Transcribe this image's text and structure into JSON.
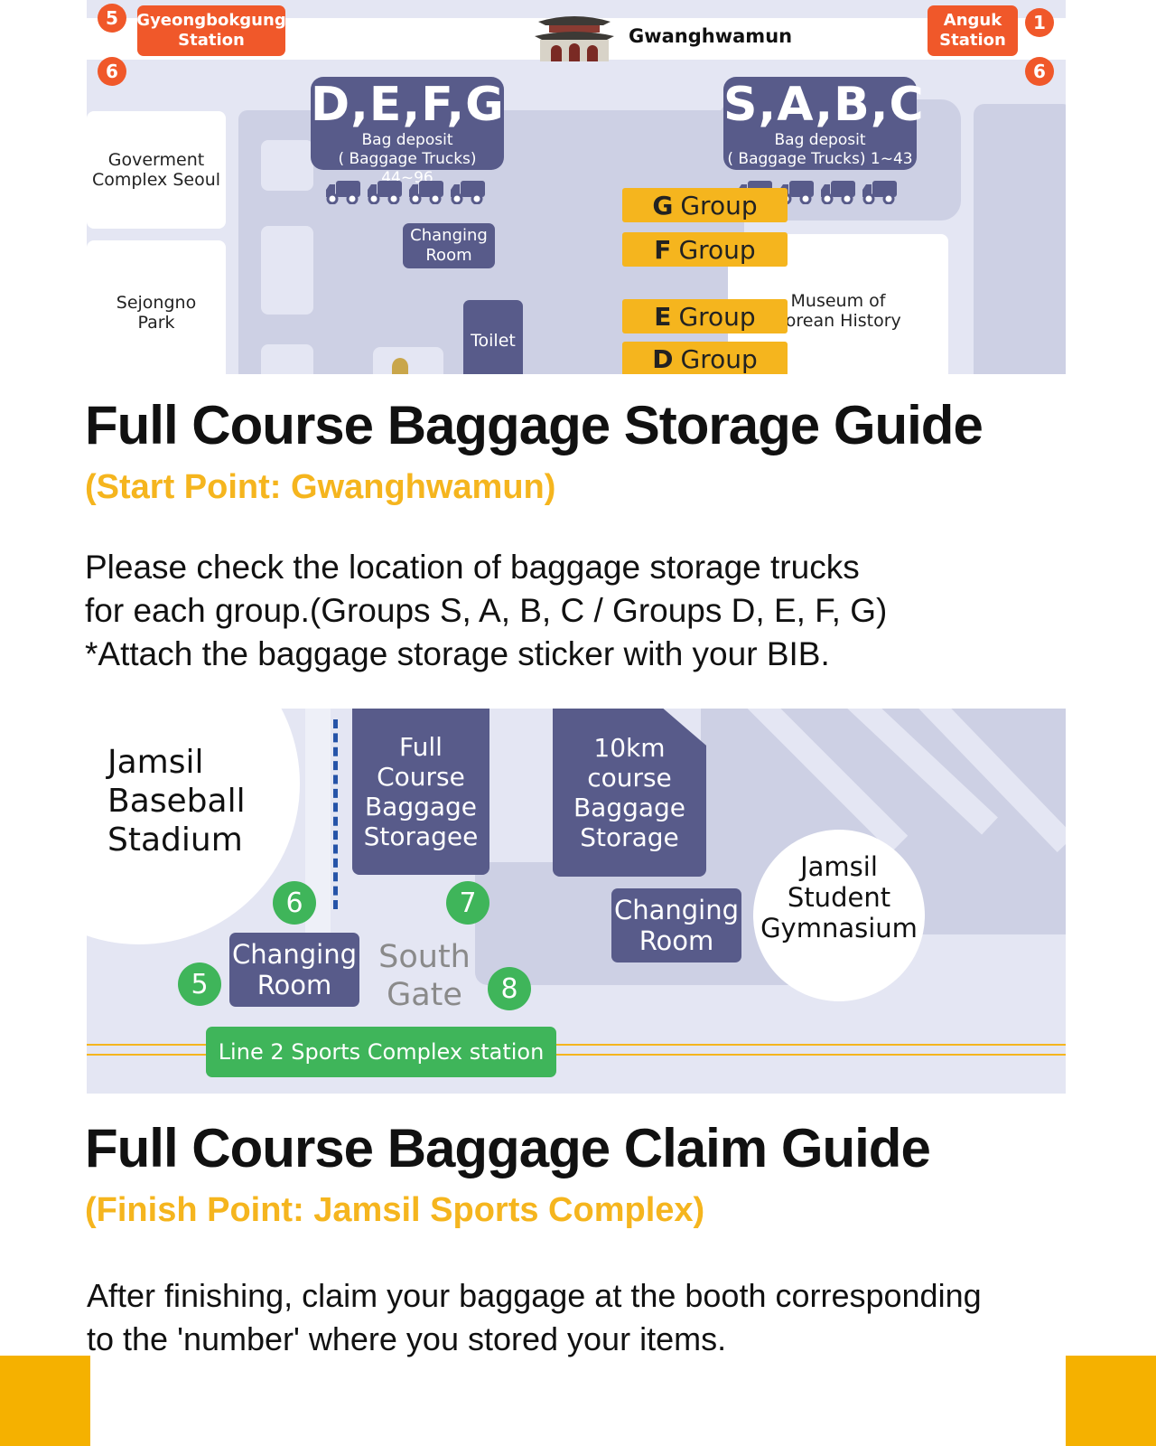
{
  "colors": {
    "map_bg": "#e4e6f3",
    "deposit_purple": "#585b8a",
    "group_yellow": "#f5b51e",
    "station_orange": "#f0582a",
    "badge_green": "#3fb55a",
    "subtitle_yellow": "#f5b51e"
  },
  "start_map": {
    "exit_left_top": "5",
    "exit_left_bottom": "6",
    "exit_right_top": "1",
    "exit_right_bottom": "6",
    "station_left": "Gyeongbokgung\nStation",
    "station_right": "Anguk\nStation",
    "landmark": "Gwanghwamun",
    "landmark_icon": "palace-gate-icon",
    "deposit_left": {
      "groups": "D,E,F,G",
      "line1": "Bag deposit",
      "line2": "( Baggage Trucks) 44~96"
    },
    "deposit_right": {
      "groups": "S,A,B,C",
      "line1": "Bag deposit",
      "line2": "( Baggage Trucks) 1~43"
    },
    "truck_icon": "truck-icon",
    "buildings": {
      "gov": "Goverment\nComplex Seoul",
      "park": "Sejongno\nPark",
      "museum": "Museum of\nKorean History"
    },
    "changing_room": "Changing\nRoom",
    "toilet": "Toilet",
    "groups": [
      {
        "letter": "G",
        "word": "Group"
      },
      {
        "letter": "F",
        "word": "Group"
      },
      {
        "letter": "E",
        "word": "Group"
      },
      {
        "letter": "D",
        "word": "Group"
      }
    ]
  },
  "storage_guide": {
    "title": "Full Course Baggage Storage Guide",
    "subtitle": "(Start Point: Gwanghwamun)",
    "lines": [
      "Please check the location of baggage storage trucks",
      "for each group.(Groups S, A, B, C / Groups D, E, F, G)",
      "*Attach the baggage storage sticker with your BIB."
    ]
  },
  "finish_map": {
    "stadium": "Jamsil\nBaseball\nStadium",
    "full_course_storage": "Full Course\nBaggage\nStoragee",
    "tenk_storage": "10km\ncourse\nBaggage\nStorage",
    "gymnasium": "Jamsil\nStudent\nGymnasium",
    "changing_room_left": "Changing\nRoom",
    "changing_room_right": "Changing\nRoom",
    "south_gate": "South\nGate",
    "exits": [
      "5",
      "6",
      "7",
      "8"
    ],
    "station": "Line 2 Sports Complex station"
  },
  "claim_guide": {
    "title": "Full Course Baggage Claim Guide",
    "subtitle": "(Finish Point: Jamsil Sports Complex)",
    "lines": [
      "After finishing, claim your baggage at the booth corresponding",
      "to the 'number' where you stored your items."
    ]
  }
}
